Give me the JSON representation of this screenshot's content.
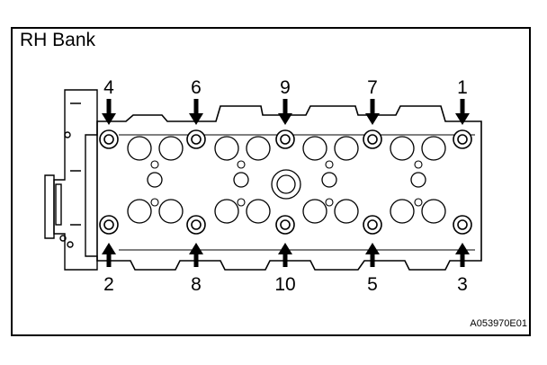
{
  "title": "RH Bank",
  "figure_code": "A053970E01",
  "bolt_numbers": {
    "top": [
      "4",
      "6",
      "9",
      "7",
      "1"
    ],
    "bottom": [
      "2",
      "8",
      "10",
      "5",
      "3"
    ]
  }
}
